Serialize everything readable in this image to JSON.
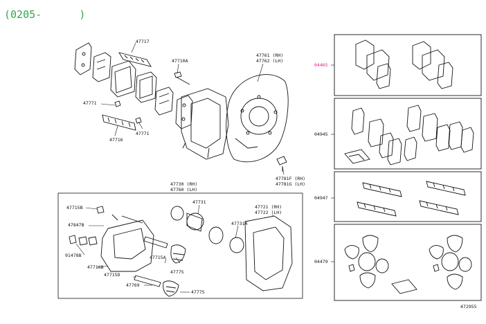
{
  "header": {
    "date_range": "(0205-      )"
  },
  "labels": {
    "p47717": "47717",
    "p47710A": "47710A",
    "p47761": "47761 (RH)",
    "p47762": "47762 (LH)",
    "p47771a": "47771",
    "p47771b": "47771",
    "p47716": "47716",
    "p47781F": "47781F (RH)",
    "p47781G": "47781G (LH)",
    "p47730": "47730 (RH)",
    "p47760": "47760 (LH)",
    "p47715B": "47715B",
    "p47731": "47731",
    "p47721": "47721 (RH)",
    "p47722": "47722 (LH)",
    "p47847B": "47847B",
    "p47731A": "47731A",
    "p47715A": "47715A",
    "p91478": "91478B",
    "p47716B": "47716B",
    "p47775a": "47775",
    "p47715D": "47715D",
    "p47769": "47769",
    "p47775b": "47775",
    "kit04465": "04465",
    "kit04945": "04945",
    "kit04947": "04947",
    "kit04479": "04479",
    "diagram_no": "472955"
  },
  "colors": {
    "line": "#111111",
    "highlight": "#e0208a",
    "date": "#2fa84a"
  }
}
